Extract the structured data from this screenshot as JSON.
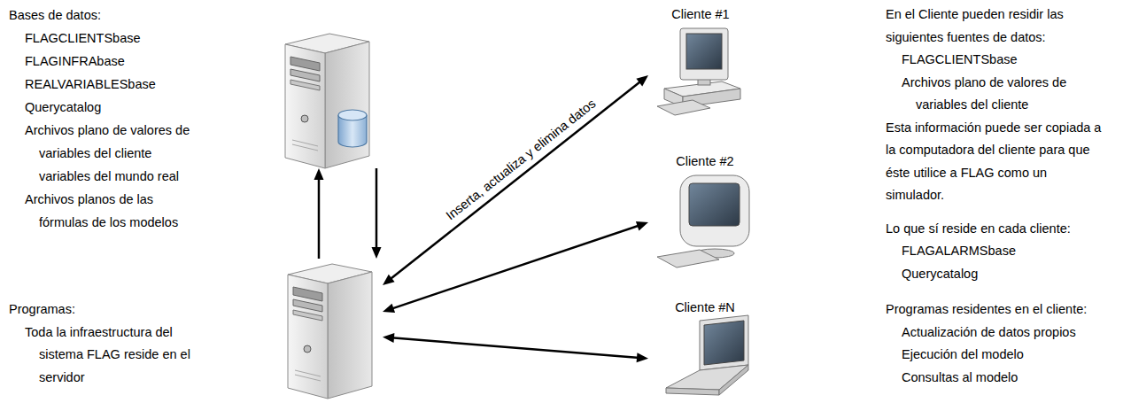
{
  "diagram": {
    "nodes": [
      {
        "text": [
          "Bases de datos:",
          "FLAGCLIENTSbase",
          "FLAGINFRAbase",
          "REALVARIABLESbase",
          "Querycatalog",
          "Archivos plano de valores de variables del cliente",
          "variables del mundo real",
          "Archivos planos de las fórmulas de los modelos"
        ]
      },
      {
        "text": [
          "Programas:",
          "Toda la infraestructura del sistema FLAG reside en el servidor"
        ]
      },
      {
        "text": [
          "Cliente #1"
        ]
      },
      {
        "text": [
          "Cliente #2"
        ]
      },
      {
        "text": [
          "Cliente #N"
        ]
      }
    ],
    "edges": [
      {
        "from": 1,
        "to": 0,
        "arrow": "to"
      },
      {
        "from": 0,
        "to": 1,
        "arrow": "to"
      },
      {
        "from": 1,
        "to": 2,
        "arrow": "both",
        "label": "Inserta, actualiza y elimina datos"
      },
      {
        "from": 1,
        "to": 3,
        "arrow": "both"
      },
      {
        "from": 1,
        "to": 4,
        "arrow": "both"
      }
    ],
    "labels": [
      "En el Cliente pueden residir las siguientes fuentes de datos:",
      "FLAGCLIENTSbase",
      "Archivos plano de valores de variables del cliente",
      "Esta información puede ser copiada a la computadora del cliente para que éste utilice a FLAG como un simulador.",
      "Lo que sí reside en cada cliente:",
      "FLAGALARMSbase",
      "Querycatalog",
      "Programas residentes en el cliente:",
      "Actualización de datos propios",
      "Ejecución del modelo",
      "Consultas al modelo"
    ]
  }
}
